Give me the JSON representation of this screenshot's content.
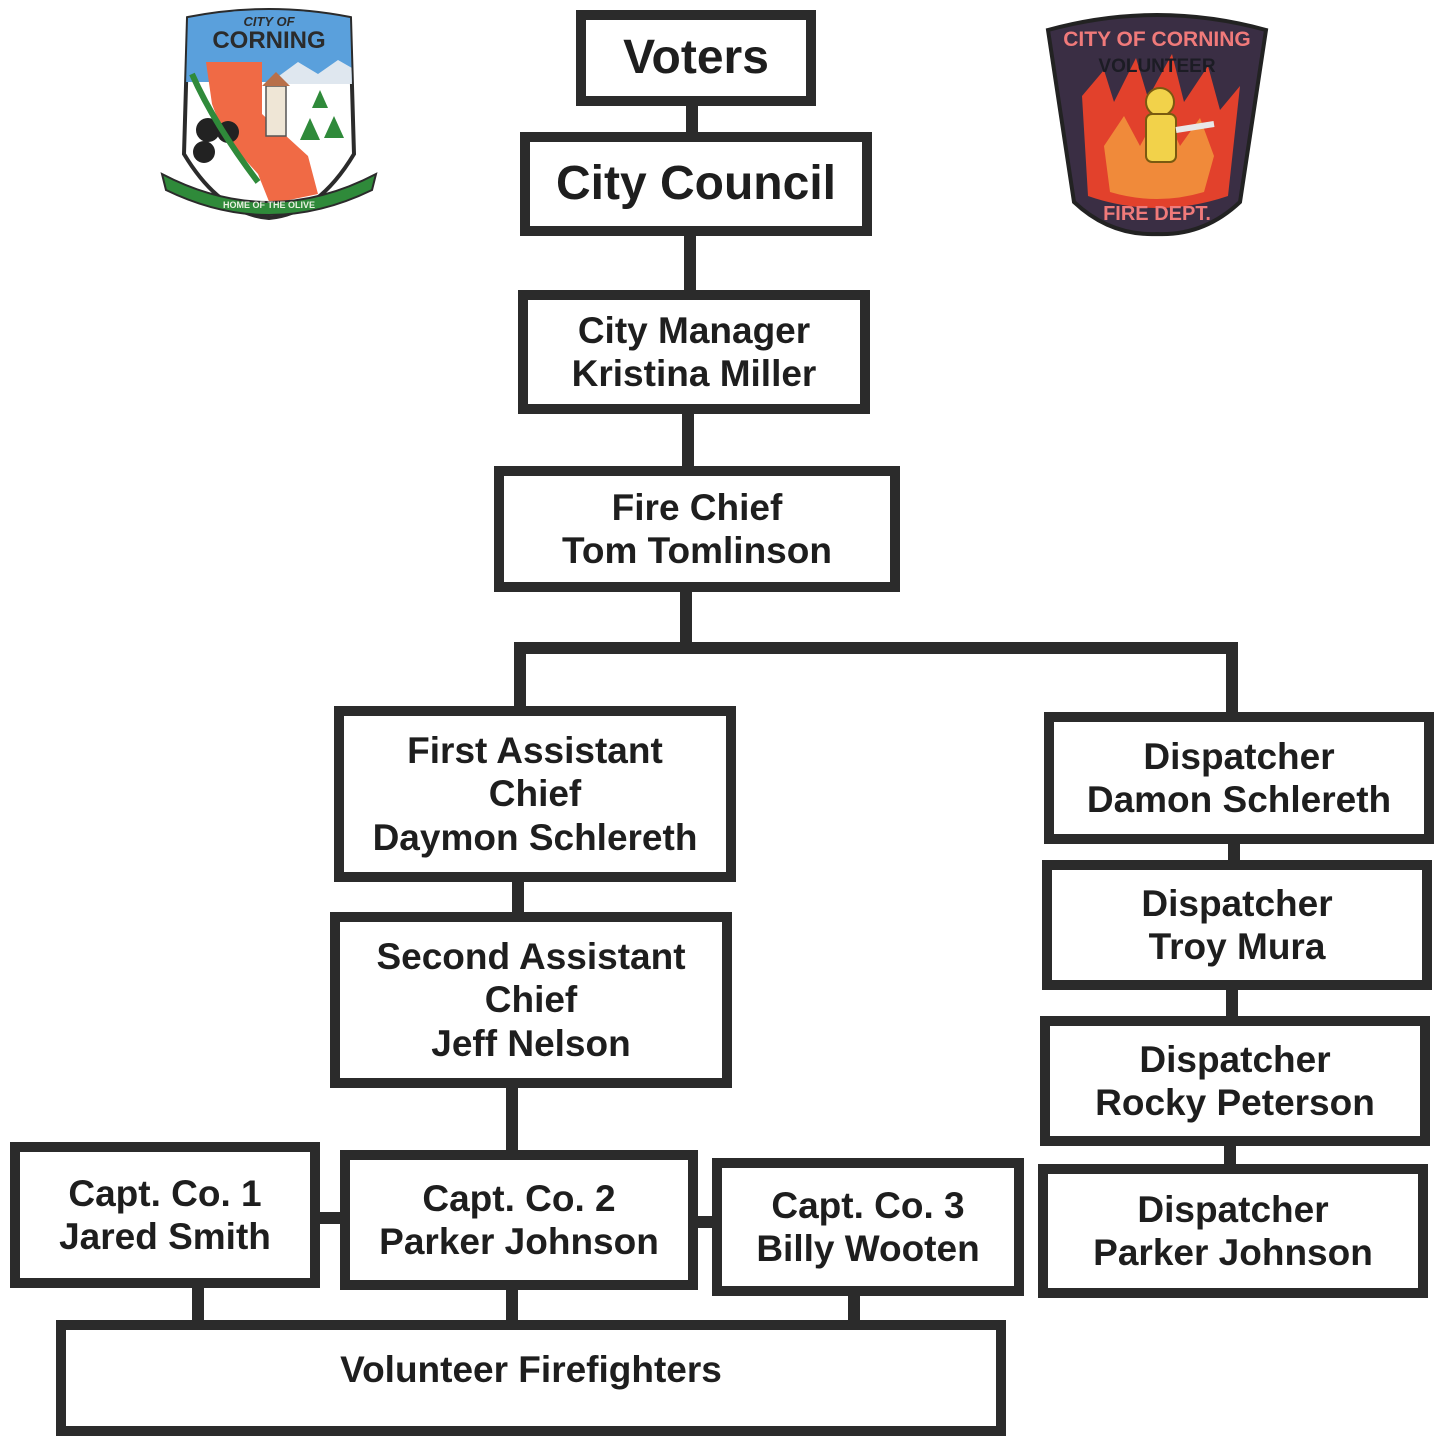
{
  "logos": {
    "city": {
      "line1": "CITY OF",
      "line2": "CORNING",
      "banner": "HOME OF THE OLIVE",
      "colors": {
        "sky": "#5aa0dc",
        "state": "#f06a45",
        "leaf": "#2f8a3a"
      }
    },
    "fire": {
      "line1": "CITY OF CORNING",
      "line2": "VOLUNTEER",
      "line3": "FIRE DEPT.",
      "colors": {
        "patch": "#3a2e44",
        "flame": "#e2412c",
        "text": "#f07a7a"
      }
    }
  },
  "chart": {
    "voters": "Voters",
    "council": "City Council",
    "manager": {
      "title": "City Manager",
      "name": "Kristina Miller"
    },
    "chief": {
      "title": "Fire Chief",
      "name": "Tom Tomlinson"
    },
    "first_assistant": {
      "title1": "First Assistant",
      "title2": "Chief",
      "name": "Daymon Schlereth"
    },
    "second_assistant": {
      "title1": "Second Assistant",
      "title2": "Chief",
      "name": "Jeff Nelson"
    },
    "captains": [
      {
        "title": "Capt. Co. 1",
        "name": "Jared Smith"
      },
      {
        "title": "Capt. Co. 2",
        "name": "Parker Johnson"
      },
      {
        "title": "Capt. Co. 3",
        "name": "Billy Wooten"
      }
    ],
    "dispatchers": [
      {
        "title": "Dispatcher",
        "name": "Damon Schlereth"
      },
      {
        "title": "Dispatcher",
        "name": "Troy Mura"
      },
      {
        "title": "Dispatcher",
        "name": "Rocky Peterson"
      },
      {
        "title": "Dispatcher",
        "name": "Parker Johnson"
      }
    ],
    "volunteers": "Volunteer Firefighters"
  }
}
